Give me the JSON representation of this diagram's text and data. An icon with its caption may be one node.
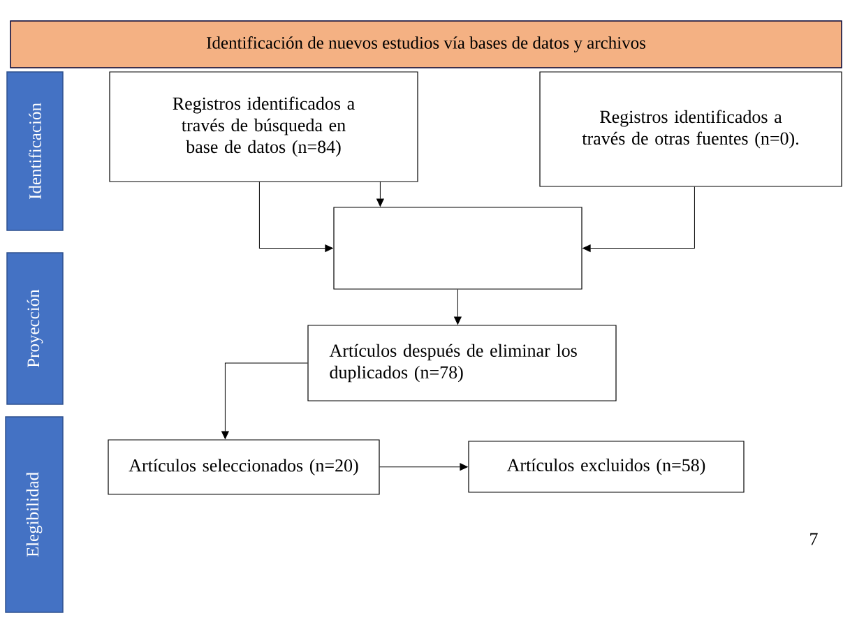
{
  "diagram": {
    "nodes": [
      {
        "text": [
          "Identificación de nuevos estudios vía bases de datos y archivos"
        ]
      },
      {
        "text": [
          "Identificación"
        ]
      },
      {
        "text": [
          "Proyección"
        ]
      },
      {
        "text": [
          "Elegibilidad"
        ]
      },
      {
        "text": [
          "Registros identificados a través de búsqueda en base de datos (n=84)"
        ]
      },
      {
        "text": [
          "Registros identificados a través de otras fuentes (n=0)."
        ]
      },
      {
        "text": [],
        "shape": "box"
      },
      {
        "text": [
          "Artículos después de eliminar los duplicados (n=78)"
        ]
      },
      {
        "text": [
          "Artículos seleccionados (n=20)"
        ]
      },
      {
        "text": [
          "Artículos excluidos (n=58)"
        ]
      }
    ],
    "edges": [
      {
        "from": 4,
        "to": 6,
        "arrow": "to"
      },
      {
        "from": 4,
        "to": 6,
        "arrow": "to"
      },
      {
        "from": 5,
        "to": 6,
        "arrow": "to"
      },
      {
        "from": 6,
        "to": 7,
        "arrow": "to"
      },
      {
        "from": 7,
        "to": 8,
        "arrow": "to"
      },
      {
        "from": 8,
        "to": 9,
        "arrow": "to"
      }
    ],
    "labels": [
      "7"
    ]
  }
}
